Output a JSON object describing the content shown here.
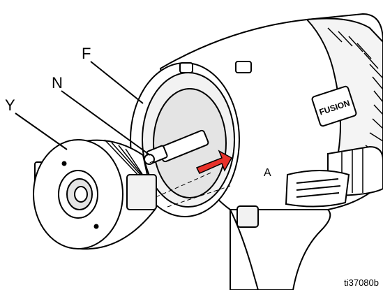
{
  "callouts": {
    "f": "F",
    "n": "N",
    "y": "Y"
  },
  "figure_id": "ti37080b",
  "gun_body": {
    "brand_plate": "FUSION",
    "side_mark": "A"
  },
  "colors": {
    "line": "#000000",
    "fill": "#ffffff",
    "shade": "#d8d8d8",
    "arrow_fill": "#e8322b"
  }
}
